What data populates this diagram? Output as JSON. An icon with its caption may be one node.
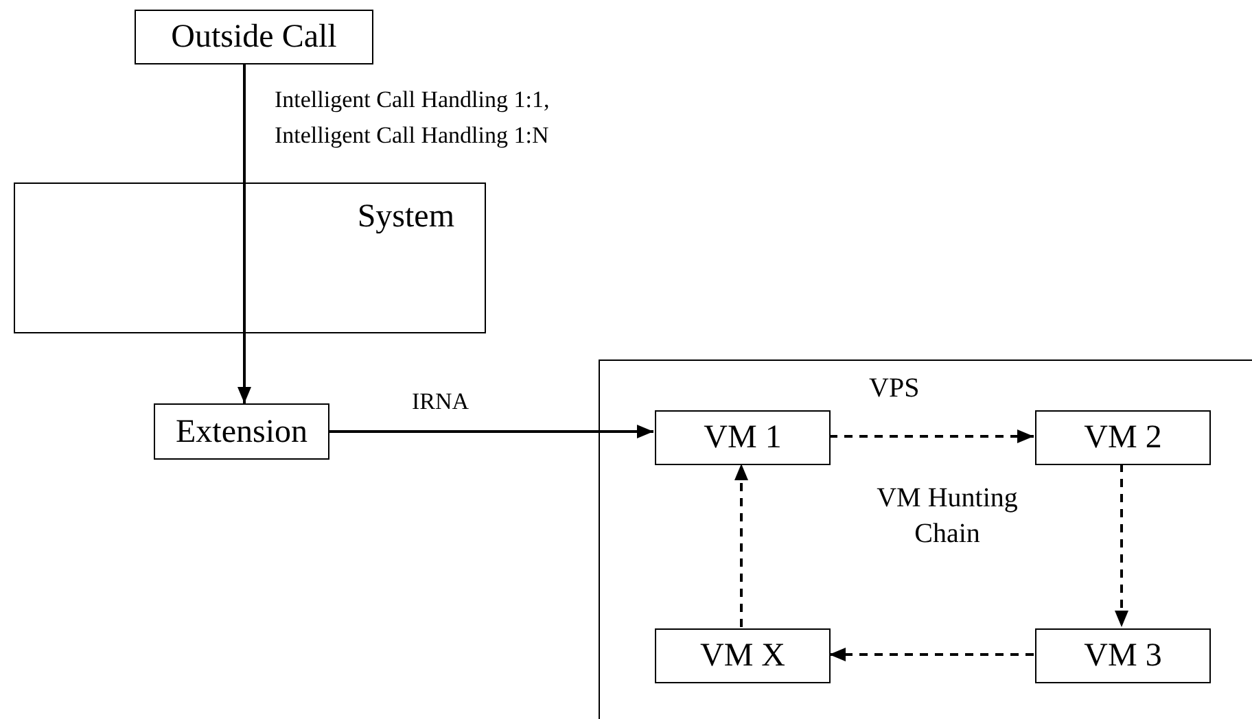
{
  "diagram": {
    "nodes": [
      {
        "text": [
          "Outside Call"
        ]
      },
      {
        "text": [
          "System"
        ]
      },
      {
        "text": [
          "Extension"
        ]
      },
      {
        "text": [
          "VPS"
        ]
      },
      {
        "text": [
          "VM 1"
        ],
        "in": 3
      },
      {
        "text": [
          "VM 2"
        ],
        "in": 3
      },
      {
        "text": [
          "VM 3"
        ],
        "in": 3
      },
      {
        "text": [
          "VM X"
        ],
        "in": 3
      }
    ],
    "edges": [
      {
        "from": 0,
        "to": 1,
        "arrow": "none",
        "label": "Intelligent Call Handling 1:1, Intelligent Call Handling 1:N"
      },
      {
        "from": 1,
        "to": 2,
        "arrow": "to"
      },
      {
        "from": 2,
        "to": 4,
        "arrow": "to",
        "label": "IRNA"
      },
      {
        "from": 4,
        "to": 5,
        "arrow": "to",
        "style": "dashed"
      },
      {
        "from": 5,
        "to": 6,
        "arrow": "to",
        "style": "dashed"
      },
      {
        "from": 6,
        "to": 7,
        "arrow": "to",
        "style": "dashed"
      },
      {
        "from": 7,
        "to": 4,
        "arrow": "to",
        "style": "dashed"
      }
    ],
    "labels": [
      "VM Hunting Chain"
    ]
  }
}
